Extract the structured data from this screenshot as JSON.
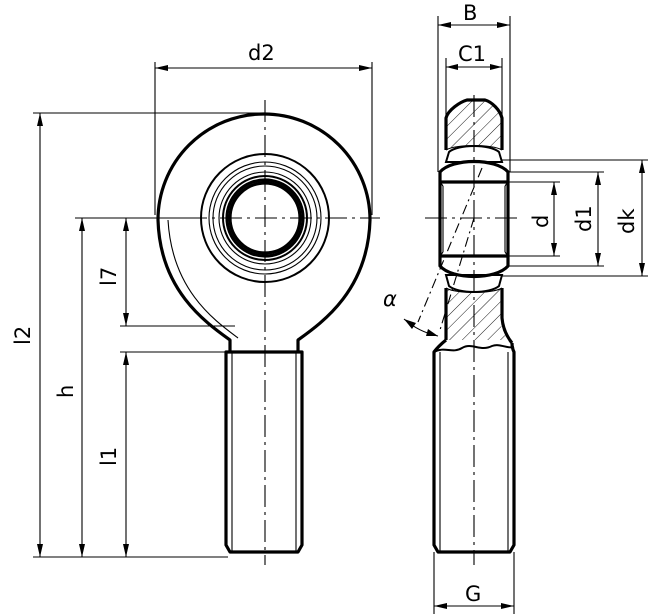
{
  "dimensions": {
    "B": "B",
    "C1": "C1",
    "d2": "d2",
    "l2": "l2",
    "h": "h",
    "l7": "l7",
    "l1": "l1",
    "d": "d",
    "d1": "d1",
    "dk": "dk",
    "G": "G",
    "alpha": "α"
  }
}
